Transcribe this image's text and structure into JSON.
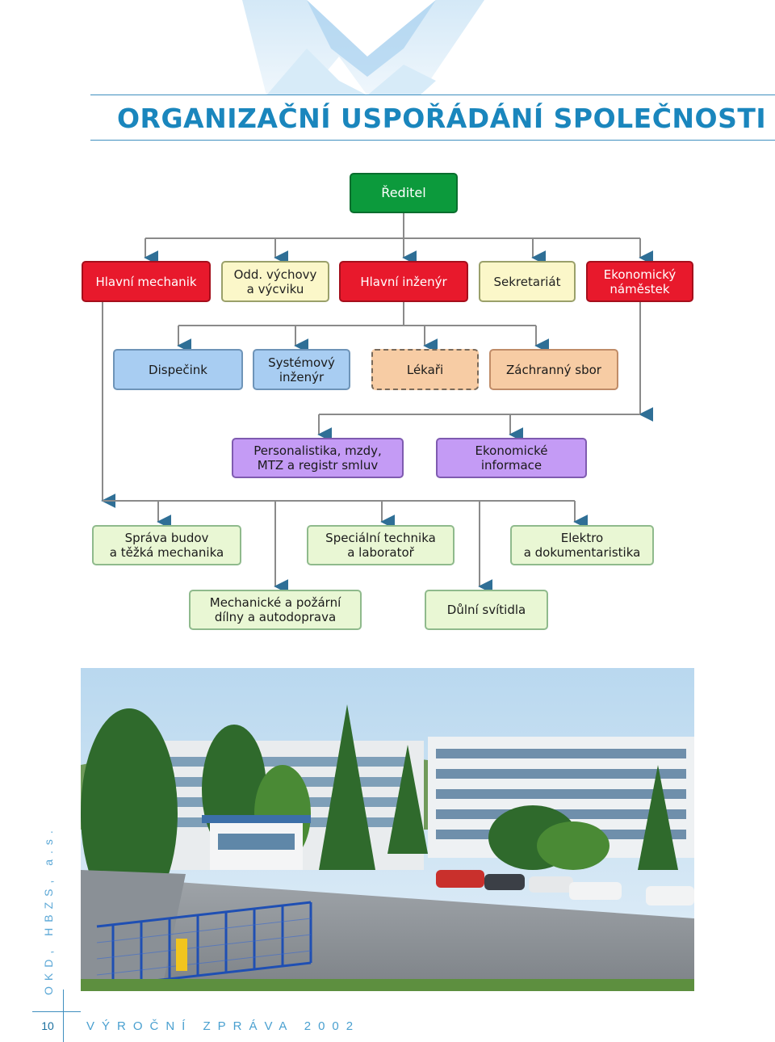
{
  "header": {
    "title": "ORGANIZAČNÍ USPOŘÁDÁNÍ SPOLEČNOSTI"
  },
  "org_chart": {
    "director": "Ředitel",
    "level1": [
      "Hlavní mechanik",
      "Odd. výchovy\na výcviku",
      "Hlavní inženýr",
      "Sekretariát",
      "Ekonomický\nnáměstek"
    ],
    "level2": [
      "Dispečink",
      "Systémový\ninženýr",
      "Lékaři",
      "Záchranný sbor"
    ],
    "level3": [
      "Personalistika, mzdy,\nMTZ a registr smluv",
      "Ekonomické\ninformace"
    ],
    "level4": [
      "Správa budov\na těžká mechanika",
      "Speciální technika\na laboratoř",
      "Elektro\na dokumentaristika"
    ],
    "level5": [
      "Mechanické a požární\ndílny a autodoprava",
      "Důlní svítidla"
    ]
  },
  "sidebar": {
    "company": "OKD, HBZS, a.s."
  },
  "footer": {
    "page_number": "10",
    "report": "VÝROČNÍ ZPRÁVA 2002"
  },
  "colors": {
    "title_blue": "#1a86bd",
    "director_green": "#0c9a3c",
    "level1_red": "#e8192c",
    "level2_blue": "#a8cdf2",
    "level2_peach": "#f7cca4",
    "level3_violet": "#c49bf5",
    "level4_mint": "#e9f7d4"
  }
}
